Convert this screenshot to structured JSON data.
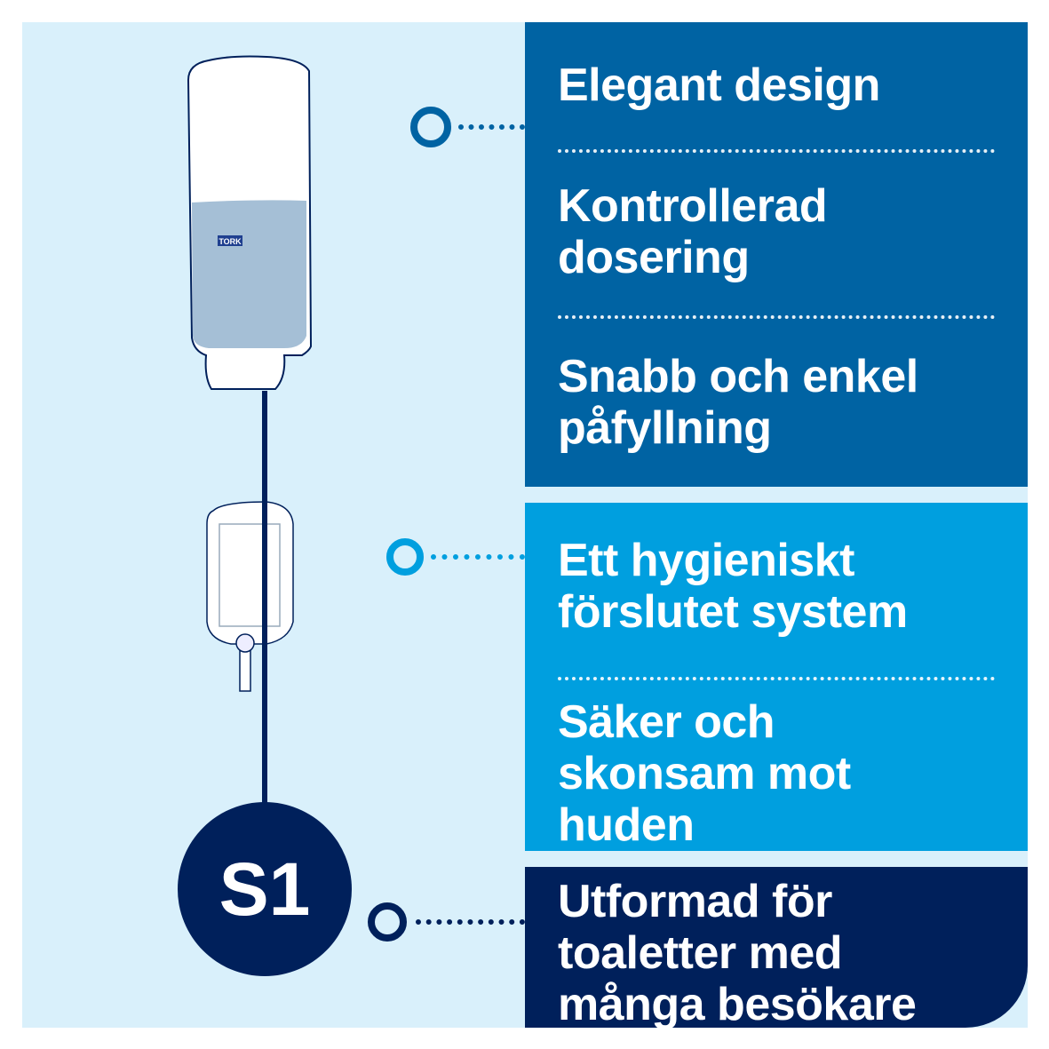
{
  "brand": {
    "logo_text": "TORK"
  },
  "colors": {
    "background": "#d9f0fb",
    "panel_1": "#0063a3",
    "panel_2": "#009fdf",
    "panel_3": "#00205b"
  },
  "badge": {
    "label": "S1"
  },
  "panels": [
    {
      "features": [
        "Elegant design",
        "Kontrollerad\ndosering",
        "Snabb och enkel\npåfyllning"
      ]
    },
    {
      "features": [
        "Ett hygieniskt\nförslutet system",
        "Säker och\nskonsam mot\nhuden"
      ]
    },
    {
      "features": [
        "Utformad för\ntoaletter med\nmånga besökare"
      ]
    }
  ]
}
